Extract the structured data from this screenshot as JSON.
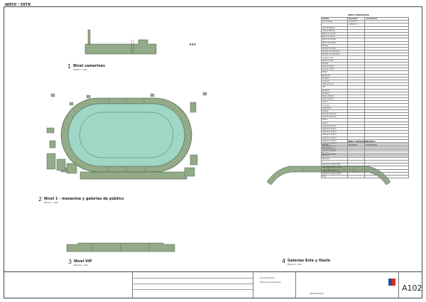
{
  "header_code": "A102 - 01DM",
  "views": [
    {
      "num": "1",
      "title": "Nivel camarines",
      "scale": "ESCALA 1 : 400"
    },
    {
      "num": "2",
      "title": "Nivel 1 - mezanina y galerías de público",
      "scale": "ESCALA 1 : 500"
    },
    {
      "num": "3",
      "title": "Nivel VIP",
      "scale": "ESCALA 1 : 400"
    },
    {
      "num": "4",
      "title": "Galerías Este y Oeste",
      "scale": "ESCALA 1 : 400"
    }
  ],
  "table1": {
    "title": "ÁREA CONSTRUIDA",
    "headers": [
      "Nombre",
      "Superficie",
      "Comentarios"
    ],
    "rows": [
      [
        "Gran Tribuna",
        "1 250.00 m²",
        ""
      ],
      [
        "",
        "1 800.00 m²",
        ""
      ],
      [
        "Sala de Multiuso",
        "",
        ""
      ],
      [
        "Sala de Multiuso",
        "",
        ""
      ],
      [
        "Baños de varones",
        "",
        ""
      ],
      [
        "Baños de damas",
        "",
        ""
      ],
      [
        "Baños de árbitros",
        "",
        ""
      ],
      [
        "Baños de árbitros",
        "",
        ""
      ],
      [
        "Bodega",
        "",
        ""
      ],
      [
        "Vestuario árbitros",
        "",
        ""
      ],
      [
        "Bodega de materiales",
        "",
        ""
      ],
      [
        "Bodega de materiales",
        "",
        ""
      ],
      [
        "Camarín local",
        "",
        ""
      ],
      [
        "Camarín visita",
        "",
        ""
      ],
      [
        "Bodega",
        "",
        ""
      ],
      [
        "Sala de prensa",
        "",
        ""
      ],
      [
        "Sala de control",
        "",
        ""
      ],
      [
        "Pasillo",
        "",
        ""
      ],
      [
        "Recepción",
        "",
        ""
      ],
      [
        "Escalera",
        "",
        ""
      ],
      [
        "Ascensor",
        "",
        ""
      ],
      [
        "Hall de acceso",
        "",
        ""
      ],
      [
        "Hall",
        "",
        ""
      ],
      [
        "Boletería",
        "",
        ""
      ],
      [
        "Boletería",
        "",
        ""
      ],
      [
        "Baños públicos",
        "",
        ""
      ],
      [
        "Baños públicos",
        "",
        ""
      ],
      [
        "Cocina",
        "",
        ""
      ],
      [
        "Comedor",
        "",
        ""
      ],
      [
        "Enfermería",
        "",
        ""
      ],
      [
        "Bodega",
        "",
        ""
      ],
      [
        "Sala de máquinas",
        "",
        ""
      ],
      [
        "Sala de máquinas",
        "",
        ""
      ],
      [
        "Kiosko",
        "",
        ""
      ],
      [
        "Kiosko",
        "",
        ""
      ],
      [
        "Galería de público",
        "",
        ""
      ],
      [
        "Galería de público",
        "",
        ""
      ],
      [
        "Galería de público",
        "",
        ""
      ],
      [
        "Galería de público",
        "",
        ""
      ],
      [
        "Galería de público",
        "",
        ""
      ],
      [
        "Galería de público",
        "",
        ""
      ],
      [
        "Galería de público",
        "",
        ""
      ],
      [
        "Galería de público",
        "",
        ""
      ],
      [
        "Galería de público",
        "",
        ""
      ],
      [
        "Escalera",
        "",
        ""
      ],
      [
        "Escalera",
        "",
        ""
      ],
      [
        "Nivel VIP",
        "",
        ""
      ],
      [
        "",
        "",
        ""
      ],
      [
        "Galería de público Este",
        "",
        ""
      ],
      [
        "Galería de público Oeste",
        "",
        ""
      ],
      [
        "Galería de público Sur",
        "",
        ""
      ],
      [
        "Galería de público Norte",
        "",
        ""
      ],
      [
        "Total",
        "",
        ""
      ]
    ]
  },
  "table2": {
    "title": "ÁREA COMPLEMENTARIA",
    "headers": [
      "Nombre",
      "Superficie",
      "Comentarios"
    ],
    "rows": [
      [
        "Pista atlética",
        "",
        ""
      ],
      [
        "Cancha de fútbol",
        "",
        ""
      ],
      [
        "Estacionamientos",
        "",
        ""
      ]
    ]
  },
  "sheet_number": "A102",
  "title_block": {
    "project": "Proyecto Estadio",
    "drawing": "Plantas de arquitectura",
    "discipline": "ARQUITECTURA"
  },
  "colors": {
    "green": "#93ab88",
    "teal": "#9fd6c6",
    "dark": "#3a4a3a"
  }
}
